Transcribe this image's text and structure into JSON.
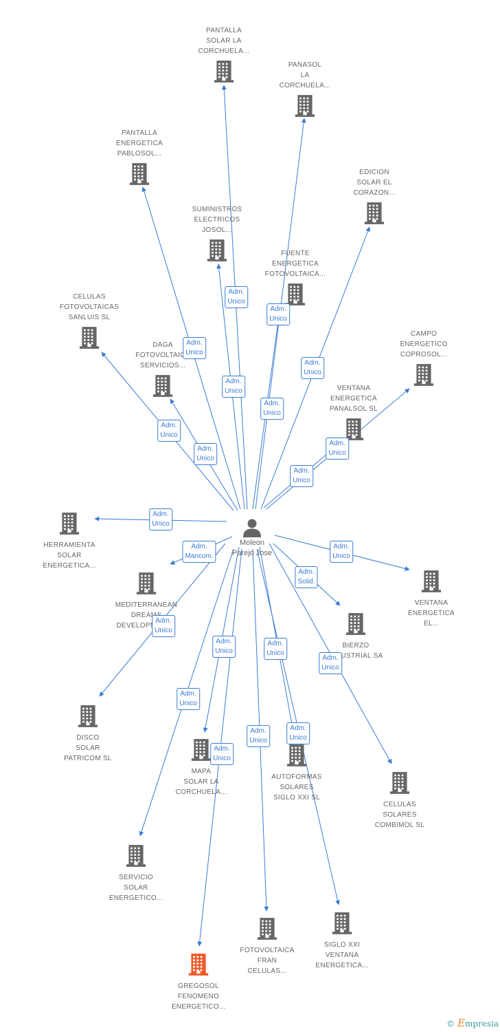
{
  "center": {
    "name_lines": [
      "Moleon",
      "Parejo Jose"
    ]
  },
  "colors": {
    "edge": "#3a7bd5",
    "building": "#666666",
    "building_highlight": "#f05a28"
  },
  "nodes": [
    {
      "id": "pantalla-solar-la-corchuela",
      "lines": [
        "PANTALLA",
        "SOLAR LA",
        "CORCHUELA..."
      ]
    },
    {
      "id": "panasol-la-corchuela",
      "lines": [
        "PANASOL",
        "LA",
        "CORCHUELA..."
      ]
    },
    {
      "id": "pantalla-energetica-pablosol",
      "lines": [
        "PANTALLA",
        "ENERGETICA",
        "PABLOSOL..."
      ]
    },
    {
      "id": "edicion-solar-el-corazon",
      "lines": [
        "EDICION",
        "SOLAR EL",
        "CORAZON..."
      ]
    },
    {
      "id": "suministros-electricos-josol",
      "lines": [
        "SUMINISTROS",
        "ELECTRICOS",
        "JOSOL..."
      ]
    },
    {
      "id": "fuente-energetica-fotovoltaica",
      "lines": [
        "FUENTE",
        "ENERGETICA",
        "FOTOVOLTAICA..."
      ]
    },
    {
      "id": "celulas-fotovoltaicas-sanluis",
      "lines": [
        "CELULAS",
        "FOTOVOLTAICAS",
        "SANLUIS SL"
      ]
    },
    {
      "id": "daga-fotovoltaica-servicios",
      "lines": [
        "DAGA",
        "FOTOVOLTAICA",
        "SERVICIOS..."
      ]
    },
    {
      "id": "campo-energetico-coprosol",
      "lines": [
        "CAMPO",
        "ENERGETICO",
        "COPROSOL..."
      ]
    },
    {
      "id": "ventana-energetica-panalsol",
      "lines": [
        "VENTANA",
        "ENERGETICA",
        "PANALSOL SL"
      ]
    },
    {
      "id": "herramienta-solar-energetica",
      "lines": [
        "HERRAMIENTA",
        "SOLAR",
        "ENERGETICA..."
      ]
    },
    {
      "id": "mediterranean-dreams-development",
      "lines": [
        "MEDITERRANEAN",
        "DREAMS",
        "DEVELOPMENT..."
      ]
    },
    {
      "id": "ventana-energetica-el",
      "lines": [
        "VENTANA",
        "ENERGETICA",
        "EL..."
      ]
    },
    {
      "id": "bierzo-industrial",
      "lines": [
        "BIERZO",
        "INDUSTRIAL SA"
      ]
    },
    {
      "id": "disco-solar-patricom",
      "lines": [
        "DISCO",
        "SOLAR",
        "PATRICOM SL"
      ]
    },
    {
      "id": "mapa-solar-la-corchuela",
      "lines": [
        "MAPA",
        "SOLAR LA",
        "CORCHUELA..."
      ]
    },
    {
      "id": "autoformas-solares-siglo-xxi",
      "lines": [
        "AUTOFORMAS",
        "SOLARES",
        "SIGLO XXI SL"
      ]
    },
    {
      "id": "celulas-solares-combimol",
      "lines": [
        "CELULAS",
        "SOLARES",
        "COMBIMOL SL"
      ]
    },
    {
      "id": "servicio-solar-energetico",
      "lines": [
        "SERVICIO",
        "SOLAR",
        "ENERGETICO..."
      ]
    },
    {
      "id": "fotovoltaica-fran-celulas",
      "lines": [
        "FOTOVOLTAICA",
        "FRAN",
        "CELULAS..."
      ]
    },
    {
      "id": "siglo-xxi-ventana-energetica",
      "lines": [
        "SIGLO XXI",
        "VENTANA",
        "ENERGETICA..."
      ]
    },
    {
      "id": "gregosol-fenomeno-energetico",
      "lines": [
        "GREGOSOL",
        "FENOMENO",
        "ENERGETICO..."
      ],
      "highlight": true
    }
  ],
  "relations": [
    {
      "to": "pantalla-solar-la-corchuela",
      "lines": [
        "Adm.",
        "Unico"
      ]
    },
    {
      "to": "panasol-la-corchuela",
      "lines": [
        "Adm.",
        "Unico"
      ]
    },
    {
      "to": "pantalla-energetica-pablosol",
      "lines": [
        "Adm.",
        "Unico"
      ]
    },
    {
      "to": "edicion-solar-el-corazon",
      "lines": [
        "Adm.",
        "Unico"
      ]
    },
    {
      "to": "suministros-electricos-josol",
      "lines": [
        "Adm.",
        "Unico"
      ]
    },
    {
      "to": "fuente-energetica-fotovoltaica",
      "lines": [
        "Adm.",
        "Unico"
      ]
    },
    {
      "to": "celulas-fotovoltaicas-sanluis",
      "lines": [
        "Adm.",
        "Unico"
      ]
    },
    {
      "to": "daga-fotovoltaica-servicios",
      "lines": [
        "Adm.",
        "Unico"
      ]
    },
    {
      "to": "campo-energetico-coprosol",
      "lines": [
        "Adm.",
        "Unico"
      ]
    },
    {
      "to": "ventana-energetica-panalsol",
      "lines": [
        "Adm.",
        "Unico"
      ]
    },
    {
      "to": "herramienta-solar-energetica",
      "lines": [
        "Adm.",
        "Unico"
      ]
    },
    {
      "to": "mediterranean-dreams-development",
      "lines": [
        "Adm.",
        "Mancom."
      ]
    },
    {
      "to": "ventana-energetica-el",
      "lines": [
        "Adm.",
        "Unico"
      ]
    },
    {
      "to": "bierzo-industrial",
      "lines": [
        "Adm.",
        "Solid."
      ]
    },
    {
      "to": "disco-solar-patricom",
      "lines": [
        "Adm.",
        "Unico"
      ]
    },
    {
      "to": "mapa-solar-la-corchuela",
      "lines": [
        "Adm.",
        "Unico"
      ]
    },
    {
      "to": "autoformas-solares-siglo-xxi",
      "lines": [
        "Adm.",
        "Unico"
      ]
    },
    {
      "to": "celulas-solares-combimol",
      "lines": [
        "Adm.",
        "Unico"
      ]
    },
    {
      "to": "servicio-solar-energetico",
      "lines": [
        "Adm.",
        "Unico"
      ]
    },
    {
      "to": "fotovoltaica-fran-celulas",
      "lines": [
        "Adm.",
        "Unico"
      ]
    },
    {
      "to": "siglo-xxi-ventana-energetica",
      "lines": [
        "Adm.",
        "Unico"
      ]
    },
    {
      "to": "gregosol-fenomeno-energetico",
      "lines": [
        "Adm.",
        "Unico"
      ]
    }
  ],
  "copyright": {
    "symbol": "©",
    "brand_initial": "E",
    "brand_rest": "mpresia"
  }
}
